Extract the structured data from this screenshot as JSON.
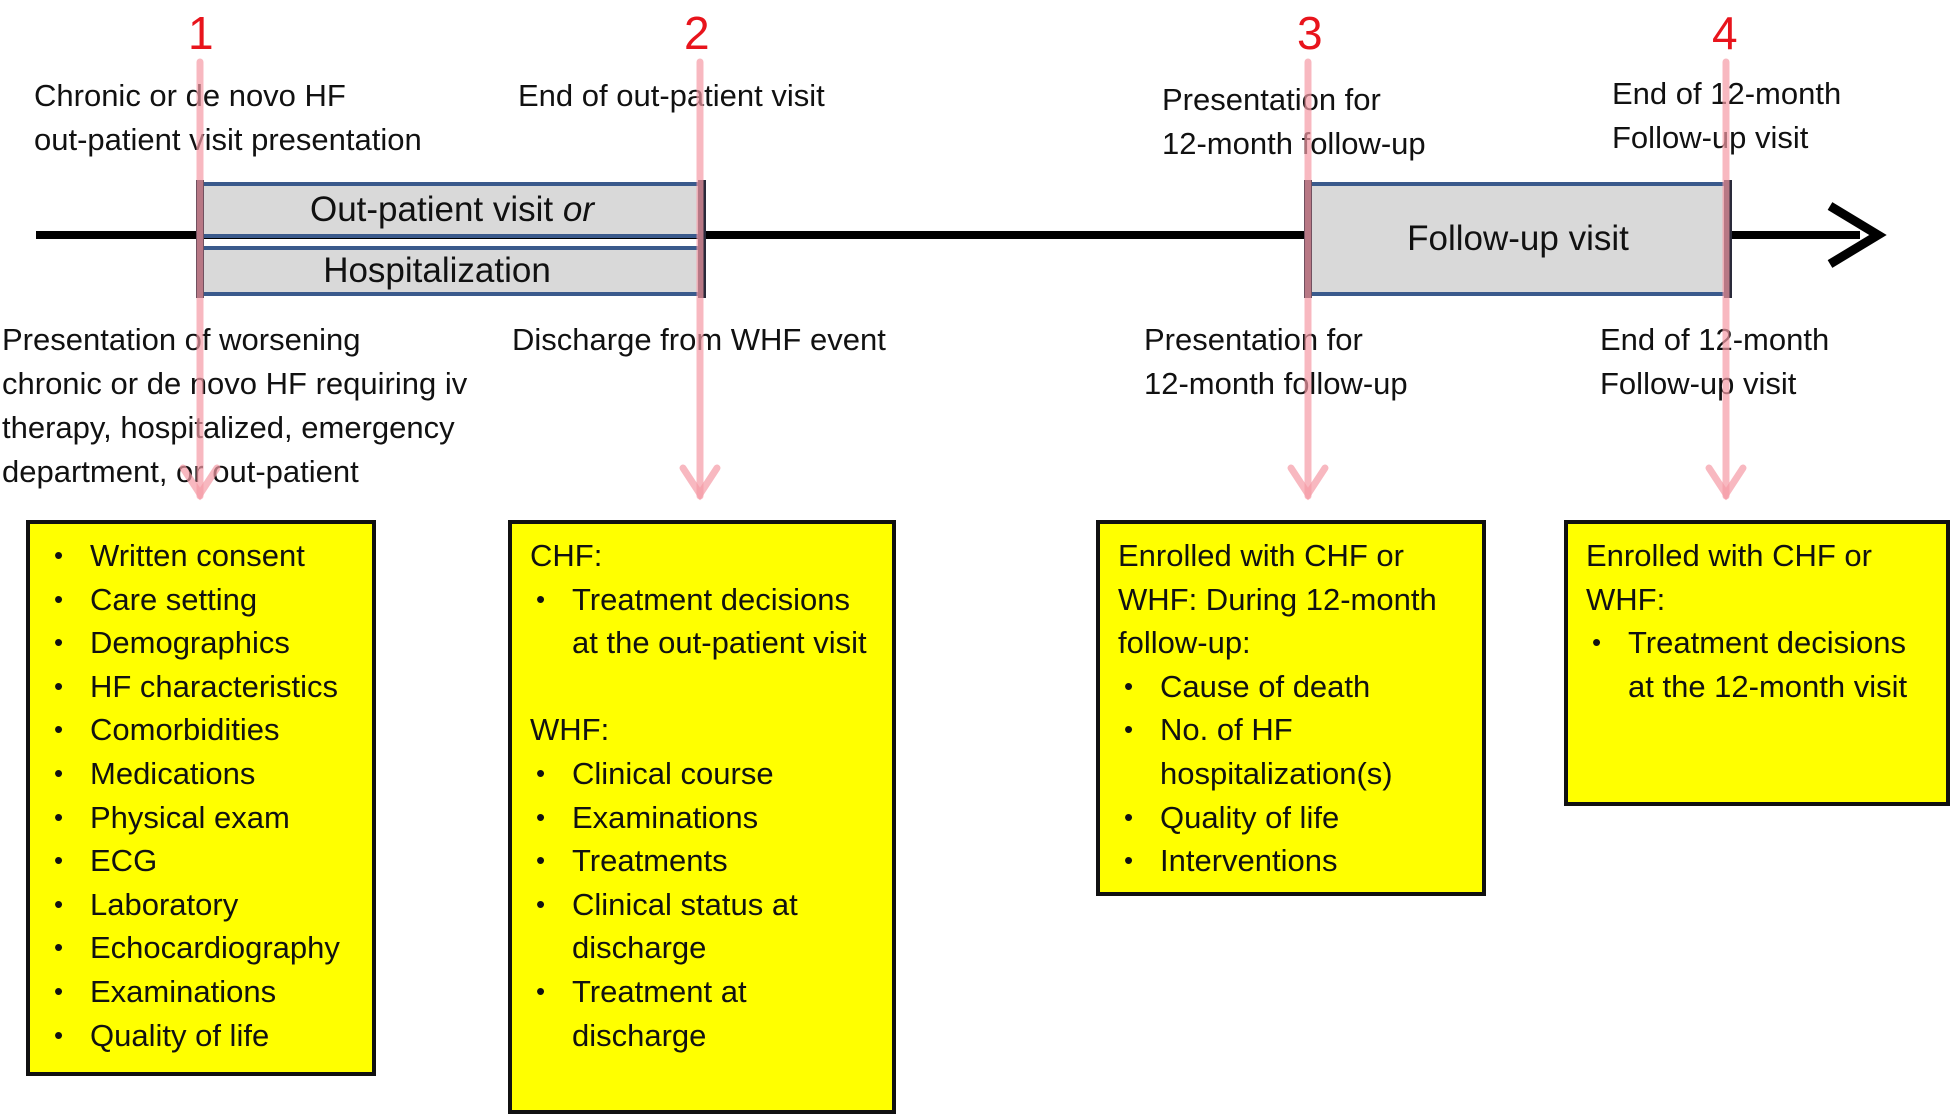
{
  "markers": [
    "1",
    "2",
    "3",
    "4"
  ],
  "above_labels": {
    "m1": [
      "Chronic or de novo HF",
      "out-patient visit presentation"
    ],
    "m2": [
      "End of out-patient visit"
    ],
    "m3": [
      "Presentation for",
      "12-month follow-up"
    ],
    "m4": [
      "End of 12-month",
      "Follow-up visit"
    ]
  },
  "bars": {
    "outpatient_text": "Out-patient visit",
    "outpatient_or": "or",
    "hospitalization": "Hospitalization",
    "followup": "Follow-up visit"
  },
  "below_labels": {
    "m1": [
      "Presentation of worsening",
      "chronic or de novo HF requiring iv",
      "therapy, hospitalized, emergency",
      "department, or out-patient"
    ],
    "m2": [
      "Discharge from WHF event"
    ],
    "m3": [
      "Presentation for",
      "12-month follow-up"
    ],
    "m4": [
      "End of 12-month",
      "Follow-up visit"
    ]
  },
  "boxes": {
    "box1": {
      "items": [
        "Written consent",
        "Care setting",
        "Demographics",
        "HF characteristics",
        "Comorbidities",
        "Medications",
        "Physical exam",
        "ECG",
        "Laboratory",
        "Echocardiography",
        "Examinations",
        "Quality of life"
      ]
    },
    "box2": {
      "chf_heading": "CHF:",
      "chf_items": [
        "Treatment decisions at the out-patient visit"
      ],
      "whf_heading": "WHF:",
      "whf_items": [
        "Clinical course",
        "Examinations",
        "Treatments",
        "Clinical status at discharge",
        "Treatment at discharge"
      ]
    },
    "box3": {
      "heading": "Enrolled with CHF or WHF: During 12-month follow-up:",
      "items": [
        "Cause of death",
        "No. of HF hospitalization(s)",
        "Quality of life",
        "Interventions"
      ]
    },
    "box4": {
      "heading": "Enrolled with CHF or WHF:",
      "items": [
        "Treatment decisions at the 12-month visit"
      ]
    }
  },
  "colors": {
    "marker_text": "#e8141c",
    "marker_line": "#f7b6bd",
    "box_fill": "#ffff00",
    "bar_fill": "#d9d9d9",
    "bar_border": "#3a5a8c",
    "timeline": "#000000"
  }
}
